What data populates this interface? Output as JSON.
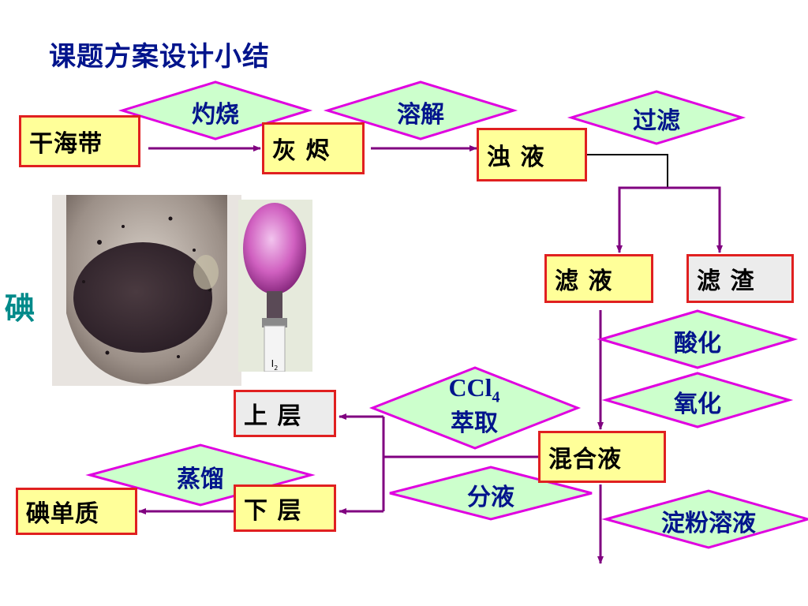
{
  "title": "课题方案设计小结",
  "side_label": "碘",
  "boxes": {
    "kelp": "干海带",
    "ash": "灰 烬",
    "turbid": "浊 液",
    "filtrate": "滤 液",
    "residue": "滤 渣",
    "upper": "上 层",
    "mixture": "混合液",
    "lower": "下 层",
    "iodine": "碘单质"
  },
  "steps": {
    "burn": "灼烧",
    "dissolve": "溶解",
    "filter": "过滤",
    "acidify": "酸化",
    "oxidize": "氧化",
    "ccl4": "CCl",
    "ccl4_sub": "4",
    "extract": "萃取",
    "separate": "分液",
    "distill": "蒸馏",
    "starch": "淀粉溶液"
  },
  "flask_label": "I",
  "flask_label_sub": "2",
  "colors": {
    "title": "#00148c",
    "side_label": "#008a8a",
    "box_border": "#e02020",
    "box_fill": "#ffff99",
    "box_fill_grey": "#ececec",
    "diamond_fill": "#ccffcc",
    "diamond_border": "#e000e0",
    "arrow": "#800080"
  }
}
